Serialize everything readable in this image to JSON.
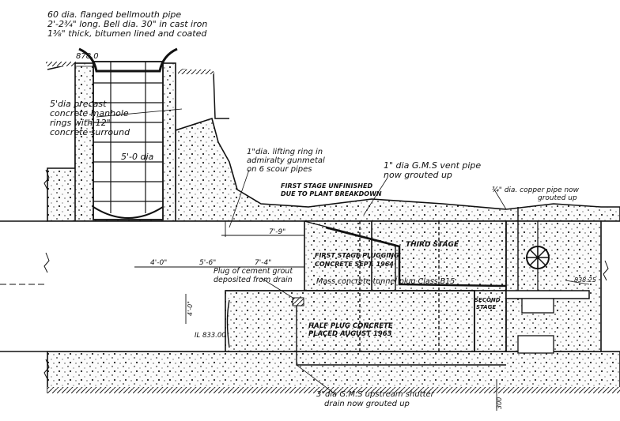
{
  "labels": {
    "bellmouth_1": "60 dia. flanged bellmouth pipe",
    "bellmouth_2": "2'-2¾\" long. Bell dia. 30\" in cast iron",
    "bellmouth_3": "1⅜\" thick, bitumen lined and coated",
    "level_top": "878.0",
    "manhole_1": "5'dia precast",
    "manhole_2": "concrete manhole",
    "manhole_3": "rings with 12\"",
    "manhole_4": "concrete surround",
    "shaft_dia": "5'-0 dia",
    "lifting_1": "1\"dia. lifting ring in",
    "lifting_2": "admiralty gunmetal",
    "lifting_3": "on 6 scour pipes",
    "vent_1": "1\" dia G.M.S vent pipe",
    "vent_2": "now grouted up",
    "first_unfinished_1": "FIRST STAGE UNFINISHED",
    "first_unfinished_2": "DUE TO PLANT BREAKDOWN",
    "copper_1": "¾\" dia. copper pipe now",
    "copper_2": "grouted up",
    "dim_79": "7'-9\"",
    "third_stage": "THIRD STAGE",
    "first_plug_1": "FIRST STAGE PLUGGING",
    "first_plug_2": "CONCRETE SEPT. 1964",
    "mass_concrete": "Mass concrete tunnel plug Class B15",
    "dim_40": "4'-0\"",
    "dim_56": "5'-6\"",
    "dim_74": "7'-4\"",
    "grout_1": "Plug of cement grout",
    "grout_2": "deposited from drain",
    "level_right": "838.25",
    "second_stage_1": "SECOND",
    "second_stage_2": "STAGE",
    "dim_left_v": "4'-0\"",
    "half_plug_1": "HALF PLUG CONCRETE",
    "half_plug_2": "PLACED AUGUST 1963",
    "il_level": "IL 833.00",
    "drain_1": "3\"dia G.M.S upstream shutter",
    "drain_2": "drain now grouted up",
    "dim_bottom_v": "300"
  }
}
